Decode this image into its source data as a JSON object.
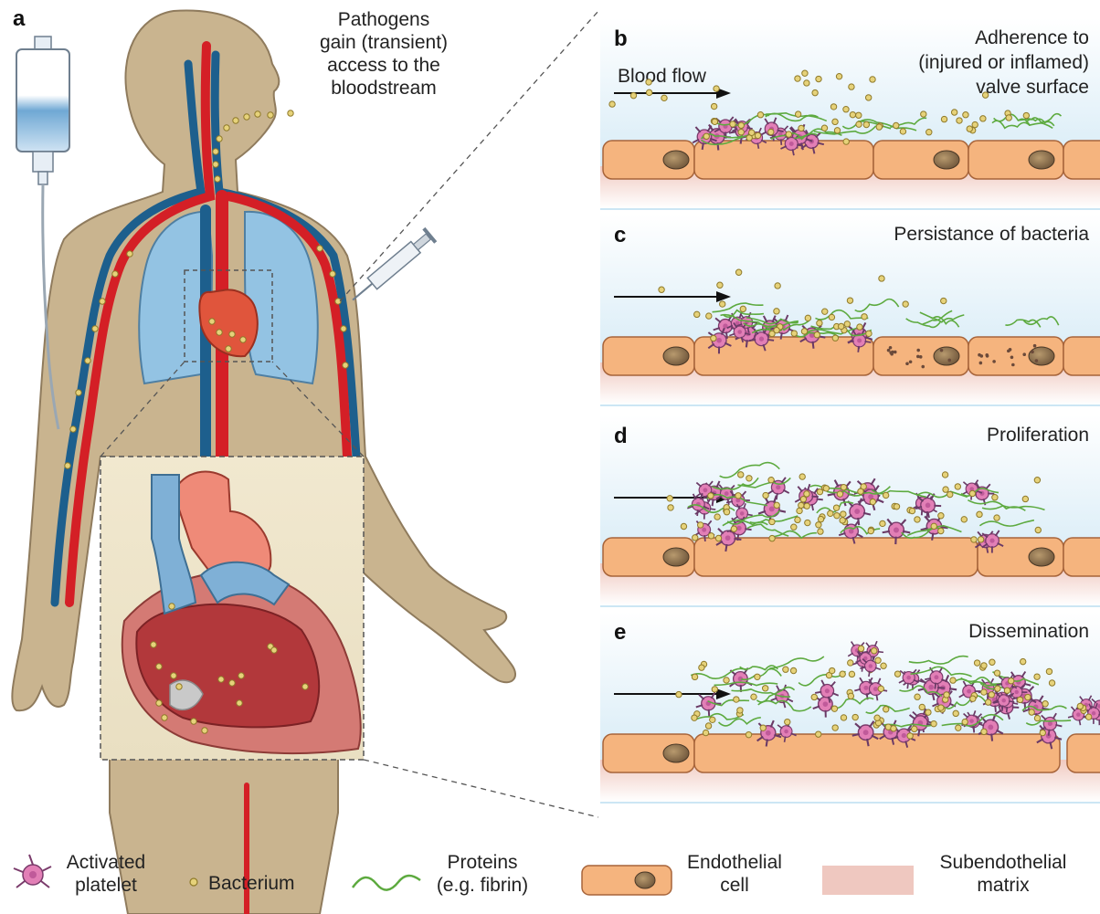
{
  "panel_a": {
    "letter": "a",
    "caption_lines": [
      "Pathogens",
      "gain (transient)",
      "access to the",
      "bloodstream"
    ]
  },
  "panels": [
    {
      "letter": "b",
      "title_lines": [
        "Adherence to",
        "(injured or inflamed)",
        "valve surface"
      ],
      "flow_label": "Blood flow"
    },
    {
      "letter": "c",
      "title_lines": [
        "Persistance of bacteria"
      ]
    },
    {
      "letter": "d",
      "title_lines": [
        "Proliferation"
      ]
    },
    {
      "letter": "e",
      "title_lines": [
        "Dissemination"
      ]
    }
  ],
  "legend": {
    "platelet": [
      "Activated",
      "platelet"
    ],
    "bacterium": [
      "Bacterium"
    ],
    "proteins": [
      "Proteins",
      "(e.g. fibrin)"
    ],
    "endothelial": [
      "Endothelial",
      "cell"
    ],
    "matrix": [
      "Subendothelial",
      "matrix"
    ]
  },
  "colors": {
    "skin": "#c9b48f",
    "artery": "#d41f26",
    "vein": "#1d5f8d",
    "lung": "#93c3e3",
    "heart": "#e0553c",
    "bacterium": "#e6d27a",
    "platelet": "#e27fb6",
    "fibrin": "#5daa3f",
    "endothelial": "#f5b47e",
    "matrix": "#efc8c0",
    "blood_bg": "#d5ebf6"
  }
}
